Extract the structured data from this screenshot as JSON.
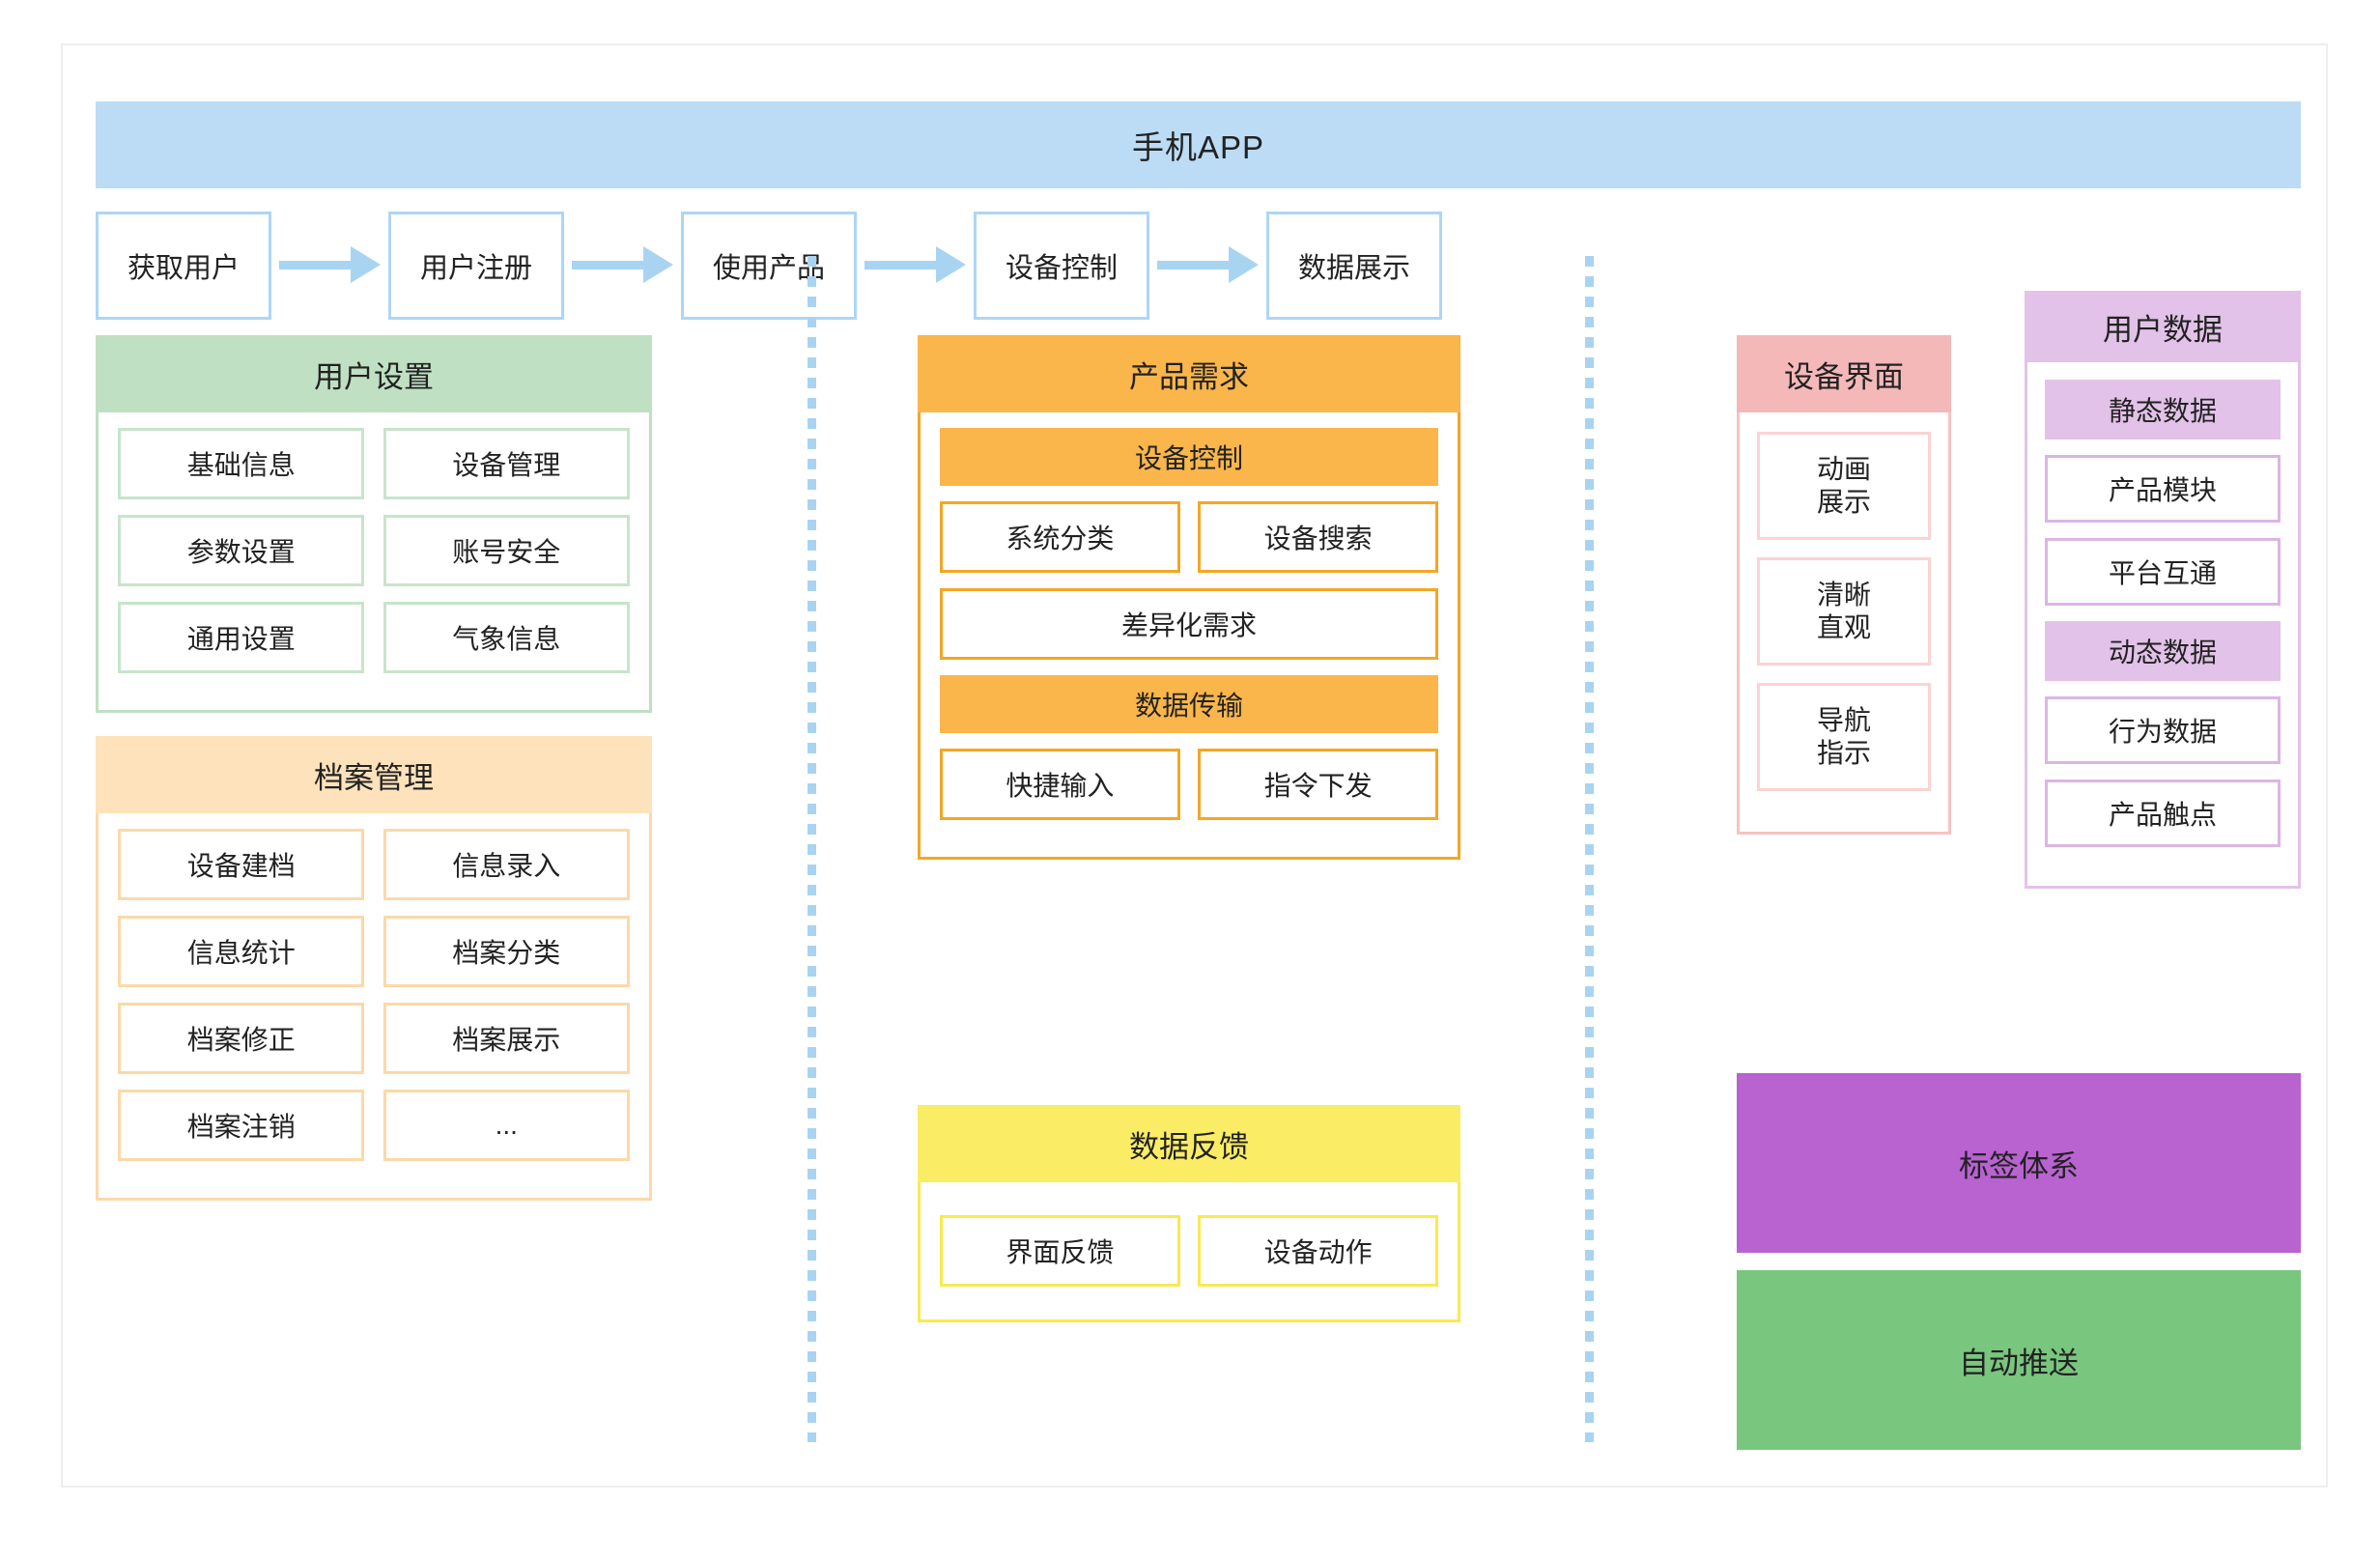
{
  "banner": {
    "label": "手机APP",
    "color": "#bcdcf5"
  },
  "flow": {
    "steps": [
      {
        "label": "获取用户"
      },
      {
        "label": "用户注册"
      },
      {
        "label": "使用产品"
      },
      {
        "label": "设备控制"
      },
      {
        "label": "数据展示"
      }
    ],
    "arrow_color": "#a8d4f2",
    "box_border": "#aed6f5"
  },
  "user_settings": {
    "title": "用户设置",
    "header_color": "#bfe0c2",
    "items": [
      "基础信息",
      "设备管理",
      "参数设置",
      "账号安全",
      "通用设置",
      "气象信息"
    ]
  },
  "archive": {
    "title": "档案管理",
    "header_color": "#fde2bb",
    "items": [
      "设备建档",
      "信息录入",
      "信息统计",
      "档案分类",
      "档案修正",
      "档案展示",
      "档案注销",
      "..."
    ]
  },
  "product": {
    "title": "产品需求",
    "header_color": "#fab64b",
    "sections": [
      {
        "band": "设备控制",
        "rows": [
          [
            "系统分类",
            "设备搜索"
          ],
          [
            "差异化需求"
          ]
        ]
      },
      {
        "band": "数据传输",
        "rows": [
          [
            "快捷输入",
            "指令下发"
          ]
        ]
      }
    ],
    "band1": "设备控制",
    "chip1": "系统分类",
    "chip2": "设备搜索",
    "chip3": "差异化需求",
    "band2": "数据传输",
    "chip4": "快捷输入",
    "chip5": "指令下发"
  },
  "feedback": {
    "title": "数据反馈",
    "header_color": "#fbec66",
    "items": [
      "界面反馈",
      "设备动作"
    ]
  },
  "device_ui": {
    "title": "设备界面",
    "header_color": "#f5b8b8",
    "items": [
      {
        "line1": "动画",
        "line2": "展示"
      },
      {
        "line1": "清晰",
        "line2": "直观"
      },
      {
        "line1": "导航",
        "line2": "指示"
      }
    ]
  },
  "user_data": {
    "title": "用户数据",
    "header_color": "#e2c2e8",
    "band1": "静态数据",
    "chip1": "产品模块",
    "chip2": "平台互通",
    "band2": "动态数据",
    "chip3": "行为数据",
    "chip4": "产品触点"
  },
  "blocks": {
    "tag_system": {
      "label": "标签体系",
      "color": "#b863d0"
    },
    "auto_push": {
      "label": "自动推送",
      "color": "#79c67e"
    }
  }
}
